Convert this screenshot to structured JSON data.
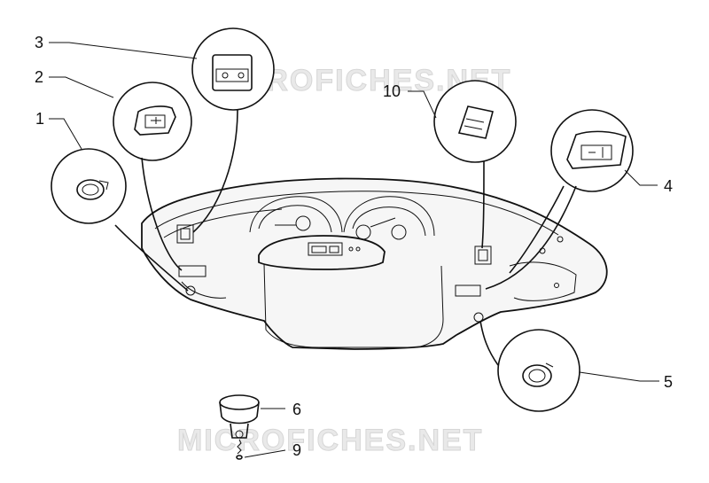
{
  "watermarks": [
    "MICROFICHES.NET",
    "MICROFICHES.NET"
  ],
  "callouts": [
    {
      "number": "1",
      "part": "round-switch-left"
    },
    {
      "number": "2",
      "part": "hazard-switch"
    },
    {
      "number": "3",
      "part": "light-switch"
    },
    {
      "number": "10",
      "part": "rocker-switch"
    },
    {
      "number": "4",
      "part": "fan-switch"
    },
    {
      "number": "5",
      "part": "round-switch-right"
    },
    {
      "number": "6",
      "part": "bulb-socket"
    },
    {
      "number": "9",
      "part": "screw"
    }
  ]
}
